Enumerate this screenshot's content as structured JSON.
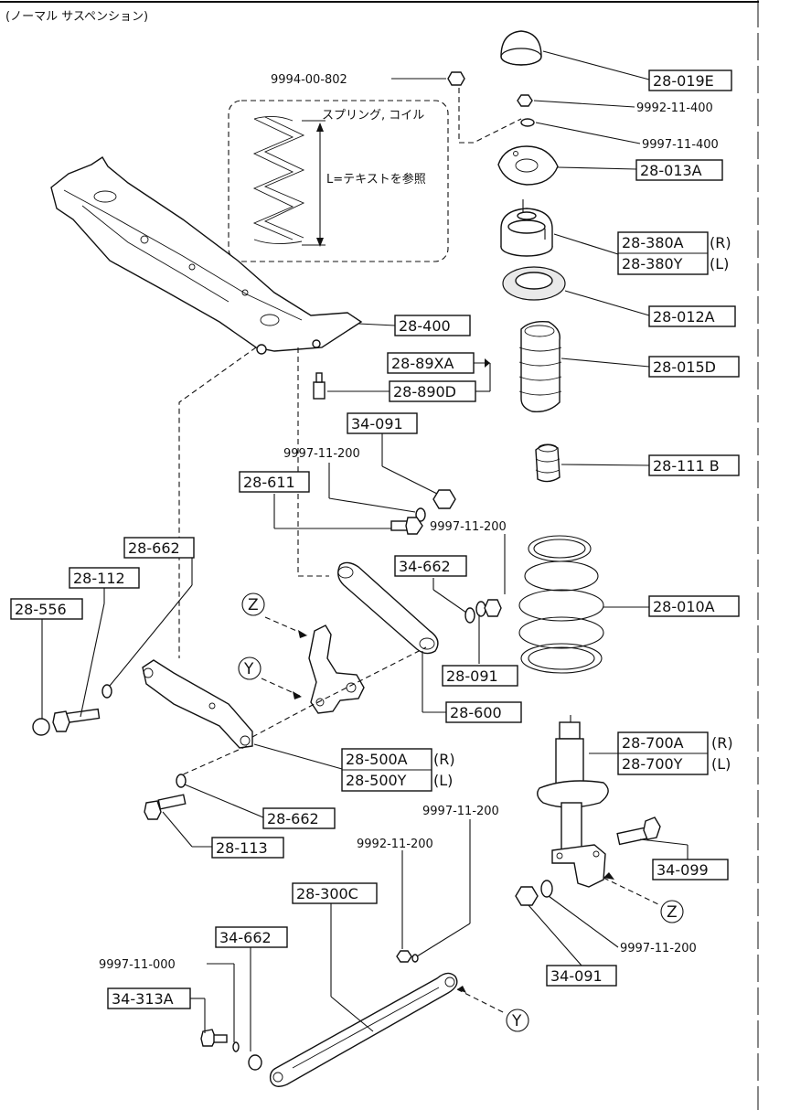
{
  "header": {
    "title": "(ノーマル サスペンション)"
  },
  "spring_note": {
    "title": "スプリング, コイル",
    "length_note": "L=テキストを参照"
  },
  "callout_markers": {
    "z": "Z",
    "y": "Y"
  },
  "parts": {
    "p28_019E": "28-019E",
    "n9994_00_802": "9994-00-802",
    "n9992_11_400": "9992-11-400",
    "n9997_11_400": "9997-11-400",
    "p28_013A": "28-013A",
    "p28_380A": "28-380A",
    "p28_380A_side": "(R)",
    "p28_380Y": "28-380Y",
    "p28_380Y_side": "(L)",
    "p28_012A": "28-012A",
    "p28_015D": "28-015D",
    "p28_111B": "28-111 B",
    "p28_400": "28-400",
    "p28_89XA": "28-89XA",
    "p28_890D": "28-890D",
    "p34_091_a": "34-091",
    "n9997_11_200_a": "9997-11-200",
    "p28_611": "28-611",
    "n9997_11_200_b": "9997-11-200",
    "p34_662_a": "34-662",
    "p28_010A": "28-010A",
    "p28_662_a": "28-662",
    "p28_112": "28-112",
    "p28_556": "28-556",
    "p28_091": "28-091",
    "p28_600": "28-600",
    "p28_700A": "28-700A",
    "p28_700A_side": "(R)",
    "p28_700Y": "28-700Y",
    "p28_700Y_side": "(L)",
    "p28_500A": "28-500A",
    "p28_500A_side": "(R)",
    "p28_500Y": "28-500Y",
    "p28_500Y_side": "(L)",
    "p28_662_b": "28-662",
    "p28_113": "28-113",
    "n9997_11_200_c": "9997-11-200",
    "n9992_11_200": "9992-11-200",
    "p34_099": "34-099",
    "p28_300C": "28-300C",
    "p34_662_b": "34-662",
    "n9997_11_000": "9997-11-000",
    "p34_313A": "34-313A",
    "n9997_11_200_d": "9997-11-200",
    "p34_091_b": "34-091"
  }
}
